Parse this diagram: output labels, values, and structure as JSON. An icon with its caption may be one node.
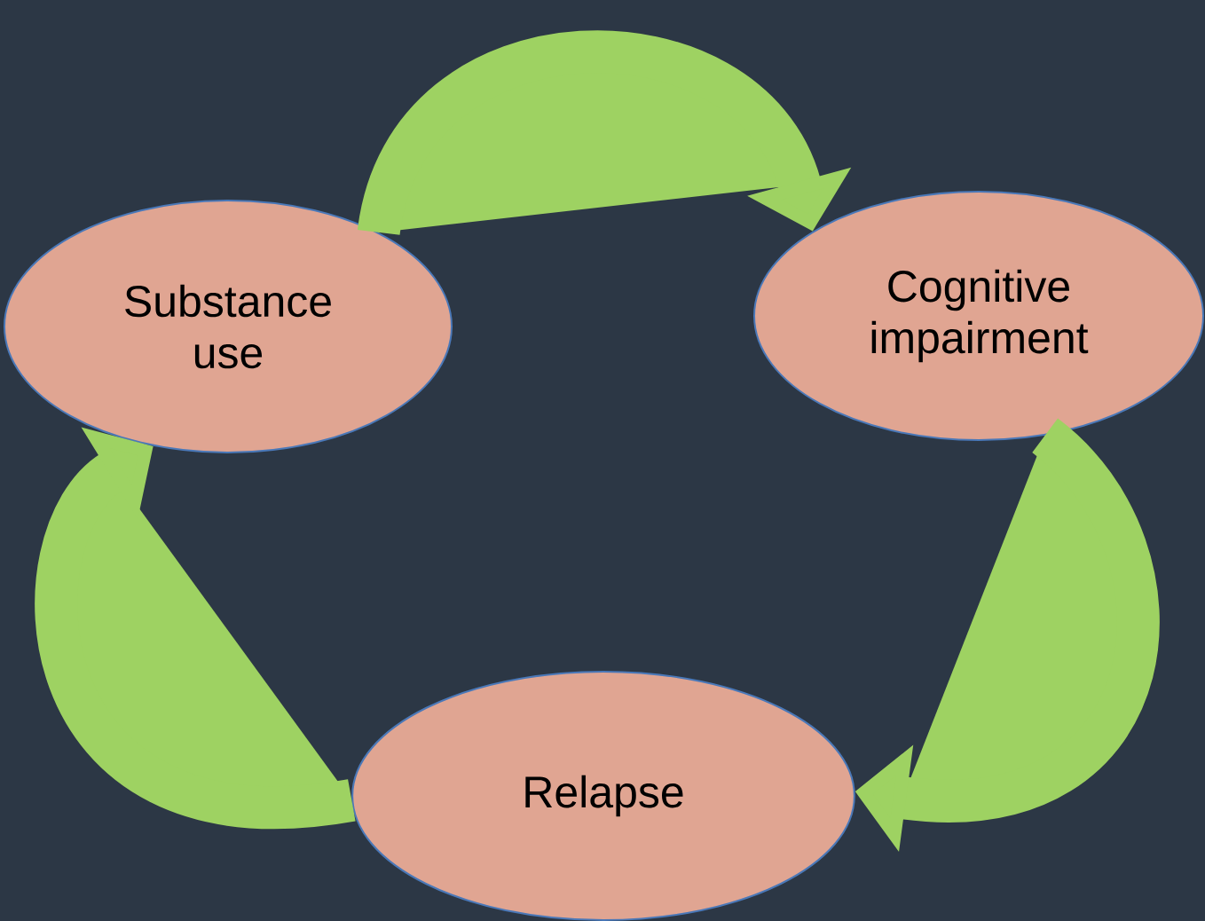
{
  "diagram": {
    "nodes": [
      {
        "text": [
          "Substance use"
        ]
      },
      {
        "text": [
          "Cognitive impairment"
        ]
      },
      {
        "text": [
          "Relapse"
        ]
      }
    ],
    "edges": [
      {
        "from": 0,
        "to": 1,
        "arrow": "to"
      },
      {
        "from": 1,
        "to": 2,
        "arrow": "to"
      },
      {
        "from": 2,
        "to": 0,
        "arrow": "to"
      }
    ]
  }
}
